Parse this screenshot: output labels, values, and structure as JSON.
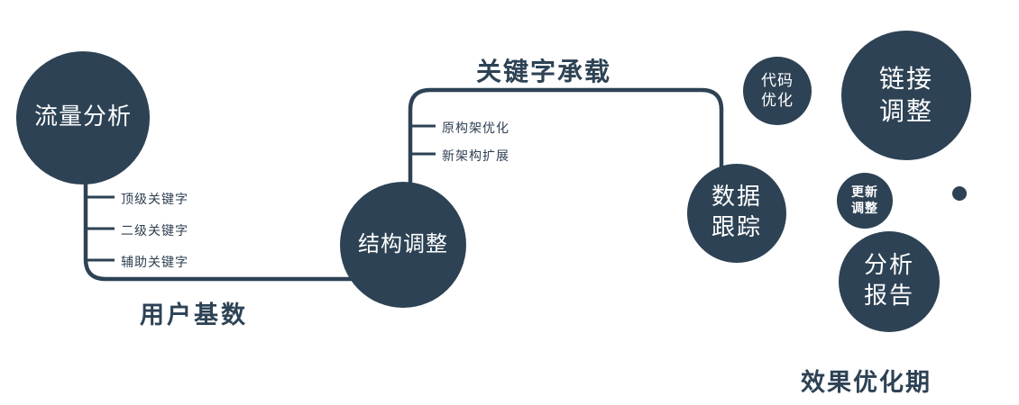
{
  "colors": {
    "primary": "#2d4254",
    "background": "#ffffff",
    "node_text": "#ffffff"
  },
  "nodes": {
    "traffic": {
      "label": "流量分析"
    },
    "structure": {
      "label": "结构调整"
    },
    "tracking": {
      "line1": "数据",
      "line2": "跟踪"
    },
    "code": {
      "line1": "代码",
      "line2": "优化"
    },
    "link": {
      "line1": "链接",
      "line2": "调整"
    },
    "update": {
      "line1": "更新",
      "line2": "调整"
    },
    "report": {
      "line1": "分析",
      "line2": "报告"
    }
  },
  "branches": {
    "traffic": [
      "顶级关键字",
      "二级关键字",
      "辅助关键字"
    ],
    "structure": [
      "原构架优化",
      "新架构扩展"
    ]
  },
  "edge_labels": {
    "keyword_carry": "关键字承载",
    "user_base": "用户基数"
  },
  "footer": {
    "phase_label": "效果优化期"
  }
}
